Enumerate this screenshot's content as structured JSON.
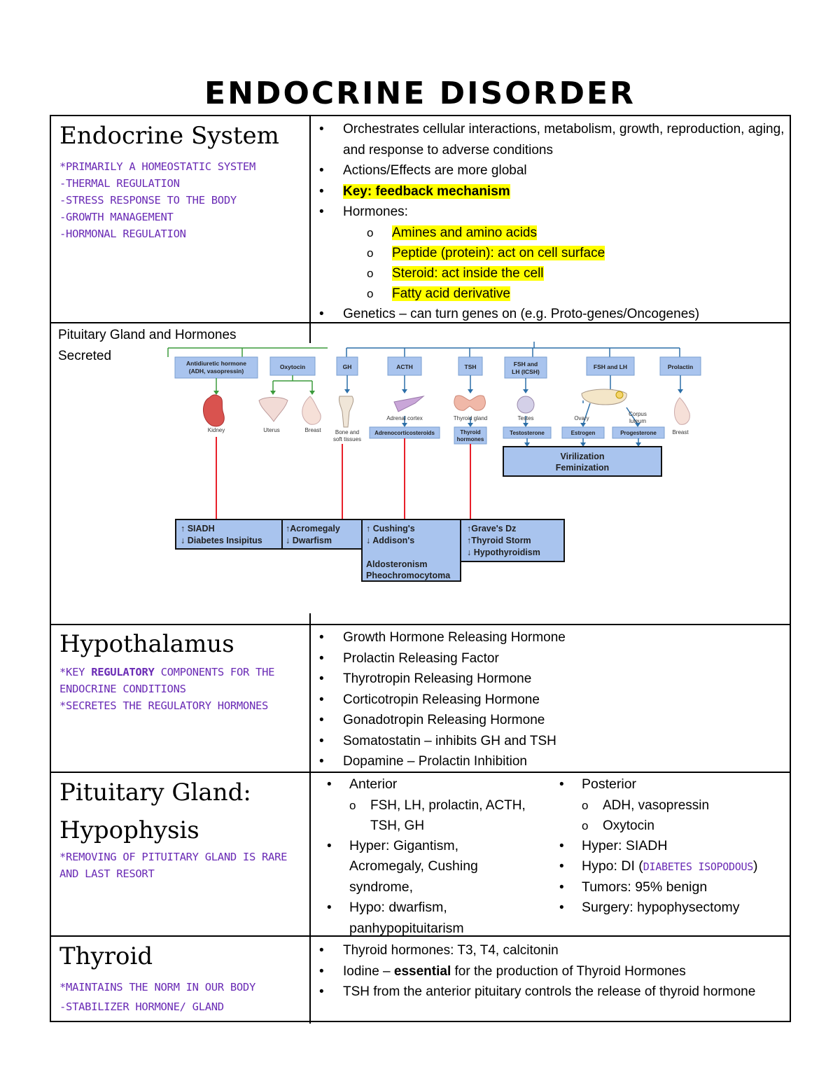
{
  "page_title": "ENDOCRINE DISORDER",
  "endocrine": {
    "heading": "Endocrine System",
    "notes": [
      "*PRIMARILY A HOMEOSTATIC SYSTEM",
      "-THERMAL REGULATION",
      "-STRESS RESPONSE TO THE BODY",
      "-GROWTH MANAGEMENT",
      "-HORMONAL REGULATION"
    ],
    "bullets": {
      "b1": "Orchestrates cellular interactions, metabolism, growth, reproduction, aging, and response to adverse conditions",
      "b2": "Actions/Effects are more global",
      "b3": "Key: feedback mechanism",
      "b4": "Hormones:",
      "hormone_types": [
        "Amines and amino acids",
        "Peptide (protein): act on cell surface",
        "Steroid: act inside the cell",
        "Fatty acid derivative"
      ],
      "b5": "Genetics – can turn genes on (e.g. Proto-genes/Oncogenes)"
    }
  },
  "pituitary_diagram": {
    "label": "Pituitary Gland and Hormones Secreted",
    "hormones": {
      "adh_1": "Antidiuretic hormone",
      "adh_2": "(ADH, vasopressin)",
      "oxytocin": "Oxytocin",
      "gh": "GH",
      "acth": "ACTH",
      "tsh": "TSH",
      "fsh_lh_1_a": "FSH and",
      "fsh_lh_1_b": "LH (ICSH)",
      "fsh_lh_2": "FSH and LH",
      "prolactin": "Prolactin"
    },
    "targets": {
      "kidney": "Kidney",
      "uterus": "Uterus",
      "breast_1": "Breast",
      "bone_1": "Bone and",
      "bone_2": "soft tissues",
      "adrenal": "Adrenal cortex",
      "thyroid": "Thyroid gland",
      "testes": "Testes",
      "ovary": "Ovary",
      "corpus_1": "Corpus",
      "corpus_2": "luteum",
      "breast_2": "Breast"
    },
    "products": {
      "adreno": "Adrenocorticosteroids",
      "thyroid_h1": "Thyroid",
      "thyroid_h2": "hormones",
      "testosterone": "Testosterone",
      "estrogen": "Estrogen",
      "progesterone": "Progesterone"
    },
    "virilization_1": "Virilization",
    "virilization_2": "Feminization",
    "disorders": {
      "siadh": "↑ SIADH",
      "di": "↓ Diabetes Insipitus",
      "acro": "↑Acromegaly",
      "dwarf": "↓ Dwarfism",
      "cushing": "↑ Cushing's",
      "addison": "↓ Addison's",
      "aldo": "Aldosteronism",
      "pheo": "Pheochromocytoma",
      "graves": "↑Grave's Dz",
      "storm": "↑Thyroid Storm",
      "hypothyroid": "↓ Hypothyroidism"
    }
  },
  "hypothalamus": {
    "heading": "Hypothalamus",
    "note_prefix": "*KEY",
    "note_bold": "REGULATORY",
    "note_rest_1": "COMPONENTS FOR THE",
    "note_rest_2": "ENDOCRINE CONDITIONS",
    "note_2": "*SECRETES THE REGULATORY HORMONES",
    "bullets": [
      "Growth Hormone Releasing Hormone",
      "Prolactin Releasing Factor",
      "Thyrotropin Releasing Hormone",
      "Corticotropin Releasing Hormone",
      "Gonadotropin Releasing Hormone",
      "Somatostatin – inhibits GH and TSH",
      "Dopamine – Prolactin Inhibition"
    ]
  },
  "pituitary": {
    "heading_1": "Pituitary Gland:",
    "heading_2": "Hypophysis",
    "notes": [
      "*REMOVING OF PITUITARY GLAND IS RARE",
      "AND LAST RESORT"
    ],
    "anterior": {
      "title": "Anterior",
      "sub_1": "FSH, LH, prolactin, ACTH,",
      "sub_2": "TSH, GH",
      "hyper_1": "Hyper: Gigantism,",
      "hyper_2": "Acromegaly, Cushing",
      "hyper_3": "syndrome,",
      "hypo_1": "Hypo: dwarfism,",
      "hypo_2": "panhypopituitarism"
    },
    "posterior": {
      "title": "Posterior",
      "sub": [
        "ADH, vasopressin",
        "Oxytocin"
      ],
      "hyper": "Hyper: SIADH",
      "hypo_prefix": "Hypo: DI (",
      "hypo_note": "DIABETES ISOPODOUS",
      "hypo_suffix": ")",
      "tumors": "Tumors: 95% benign",
      "surgery": "Surgery: hypophysectomy"
    }
  },
  "thyroid": {
    "heading": "Thyroid",
    "notes": [
      "*MAINTAINS THE NORM IN OUR BODY",
      "-STABILIZER HORMONE/ GLAND"
    ],
    "b1": "Thyroid hormones: T3, T4, calcitonin",
    "b2_prefix": "Iodine – ",
    "b2_bold": "essential",
    "b2_rest": " for the production of Thyroid Hormones",
    "b3": "TSH from the anterior pituitary controls the release of thyroid hormone"
  },
  "colors": {
    "note_purple": "#6a2bb5",
    "highlight": "#ffff00",
    "box_blue": "#a9c4ee",
    "arrow_blue": "#2c6fa8",
    "arrow_green": "#3a9a3a",
    "line_red": "#e8202a"
  }
}
